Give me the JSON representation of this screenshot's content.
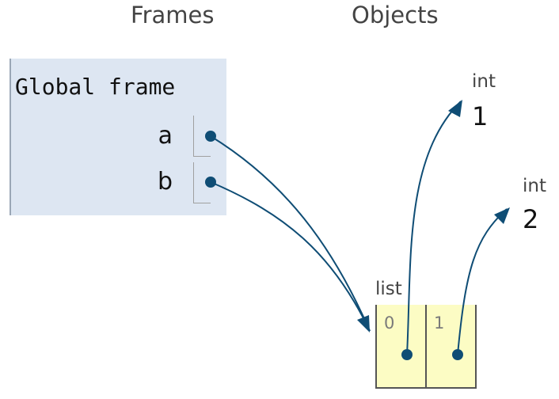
{
  "headers": {
    "frames": "Frames",
    "objects": "Objects"
  },
  "frame": {
    "title": "Global frame",
    "variables": [
      {
        "name": "a"
      },
      {
        "name": "b"
      }
    ]
  },
  "objects": {
    "int_one": {
      "type": "int",
      "value": "1"
    },
    "int_two": {
      "type": "int",
      "value": "2"
    },
    "list": {
      "type": "list",
      "indices": [
        "0",
        "1"
      ]
    }
  },
  "colors": {
    "frame_bg": "#dde6f2",
    "list_bg": "#fcfcc4",
    "pointer": "#0f4d75"
  }
}
